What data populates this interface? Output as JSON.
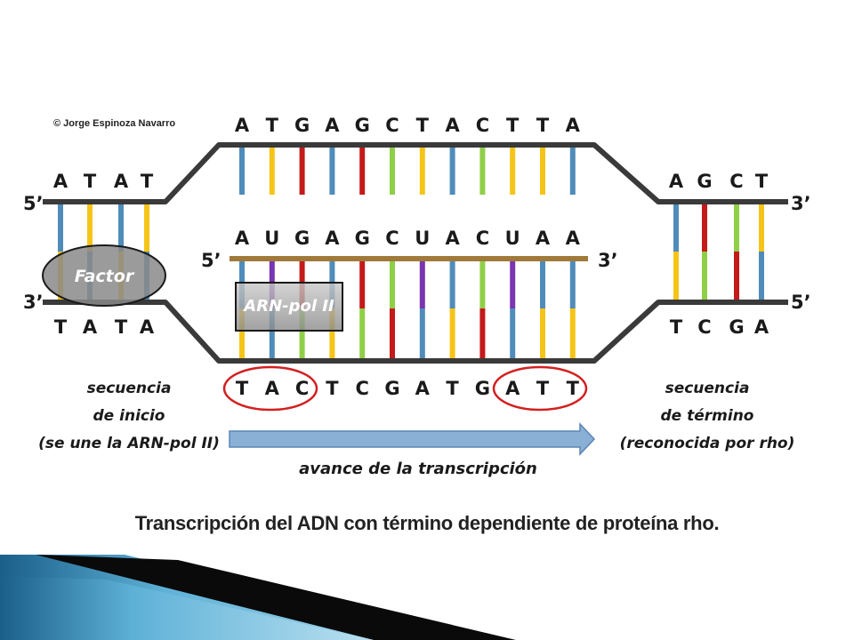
{
  "copyright": "© Jorge Espinoza Navarro",
  "colors": {
    "A": "#4f8cba",
    "T": "#f5c418",
    "G": "#c41a1a",
    "C": "#8fcf48",
    "U": "#7a35b0",
    "backbone": "#3a3a3a",
    "rna": "#a07a3a",
    "circle": "#d32020",
    "arrow": "#8ab0d6"
  },
  "top_strand": [
    "A",
    "T",
    "G",
    "A",
    "G",
    "C",
    "T",
    "A",
    "C",
    "T",
    "T",
    "A"
  ],
  "bottom_strand": [
    "T",
    "A",
    "C",
    "T",
    "C",
    "G",
    "A",
    "T",
    "G",
    "A",
    "T",
    "T"
  ],
  "rna_strand": [
    "A",
    "U",
    "G",
    "A",
    "G",
    "C",
    "U",
    "A",
    "C",
    "U",
    "A",
    "A"
  ],
  "left_top": [
    "A",
    "T",
    "A",
    "T"
  ],
  "left_bottom": [
    "T",
    "A",
    "T",
    "A"
  ],
  "right_top": [
    "A",
    "G",
    "C",
    "T"
  ],
  "right_bottom": [
    "T",
    "C",
    "G",
    "A"
  ],
  "ends": {
    "five_prime": "5’",
    "three_prime": "3’"
  },
  "factor_label": "Factor",
  "polymerase_label": "ARN-pol II",
  "start_label": [
    "secuencia",
    "de inicio",
    "(se une la ARN-pol II)"
  ],
  "end_label": [
    "secuencia",
    "de término",
    "(reconocida por rho)"
  ],
  "advance_label": "avance de la transcripción",
  "caption": "Transcripción del ADN con término dependiente de proteína rho."
}
